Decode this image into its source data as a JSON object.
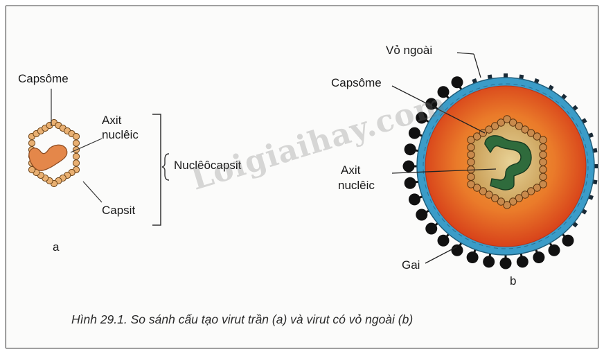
{
  "figure_a": {
    "labels": {
      "capsome": "Capsôme",
      "axit_line1": "Axit",
      "axit_line2": "nuclêic",
      "nucleocapsit": "Nuclêôcapsit",
      "capsit": "Capsit",
      "panel": "a"
    }
  },
  "figure_b": {
    "labels": {
      "vo_ngoai": "Vỏ ngoài",
      "capsome": "Capsôme",
      "axit_line1": "Axit",
      "axit_line2": "nuclêic",
      "gai": "Gai",
      "panel": "b"
    }
  },
  "watermark": "Loigiaihay.com",
  "caption": "Hình 29.1. So sánh cấu tạo virut trần (a) và virut có vỏ ngoài (b)",
  "colors": {
    "capsomere_fill": "#e9b072",
    "capsomere_stroke": "#6b4318",
    "nucleic_orange": "#e4874a",
    "nucleic_green": "#2f6b3c",
    "envelope_blue": "#3b9cc8",
    "core_red": "#d8431c",
    "spike_black": "#111111"
  }
}
